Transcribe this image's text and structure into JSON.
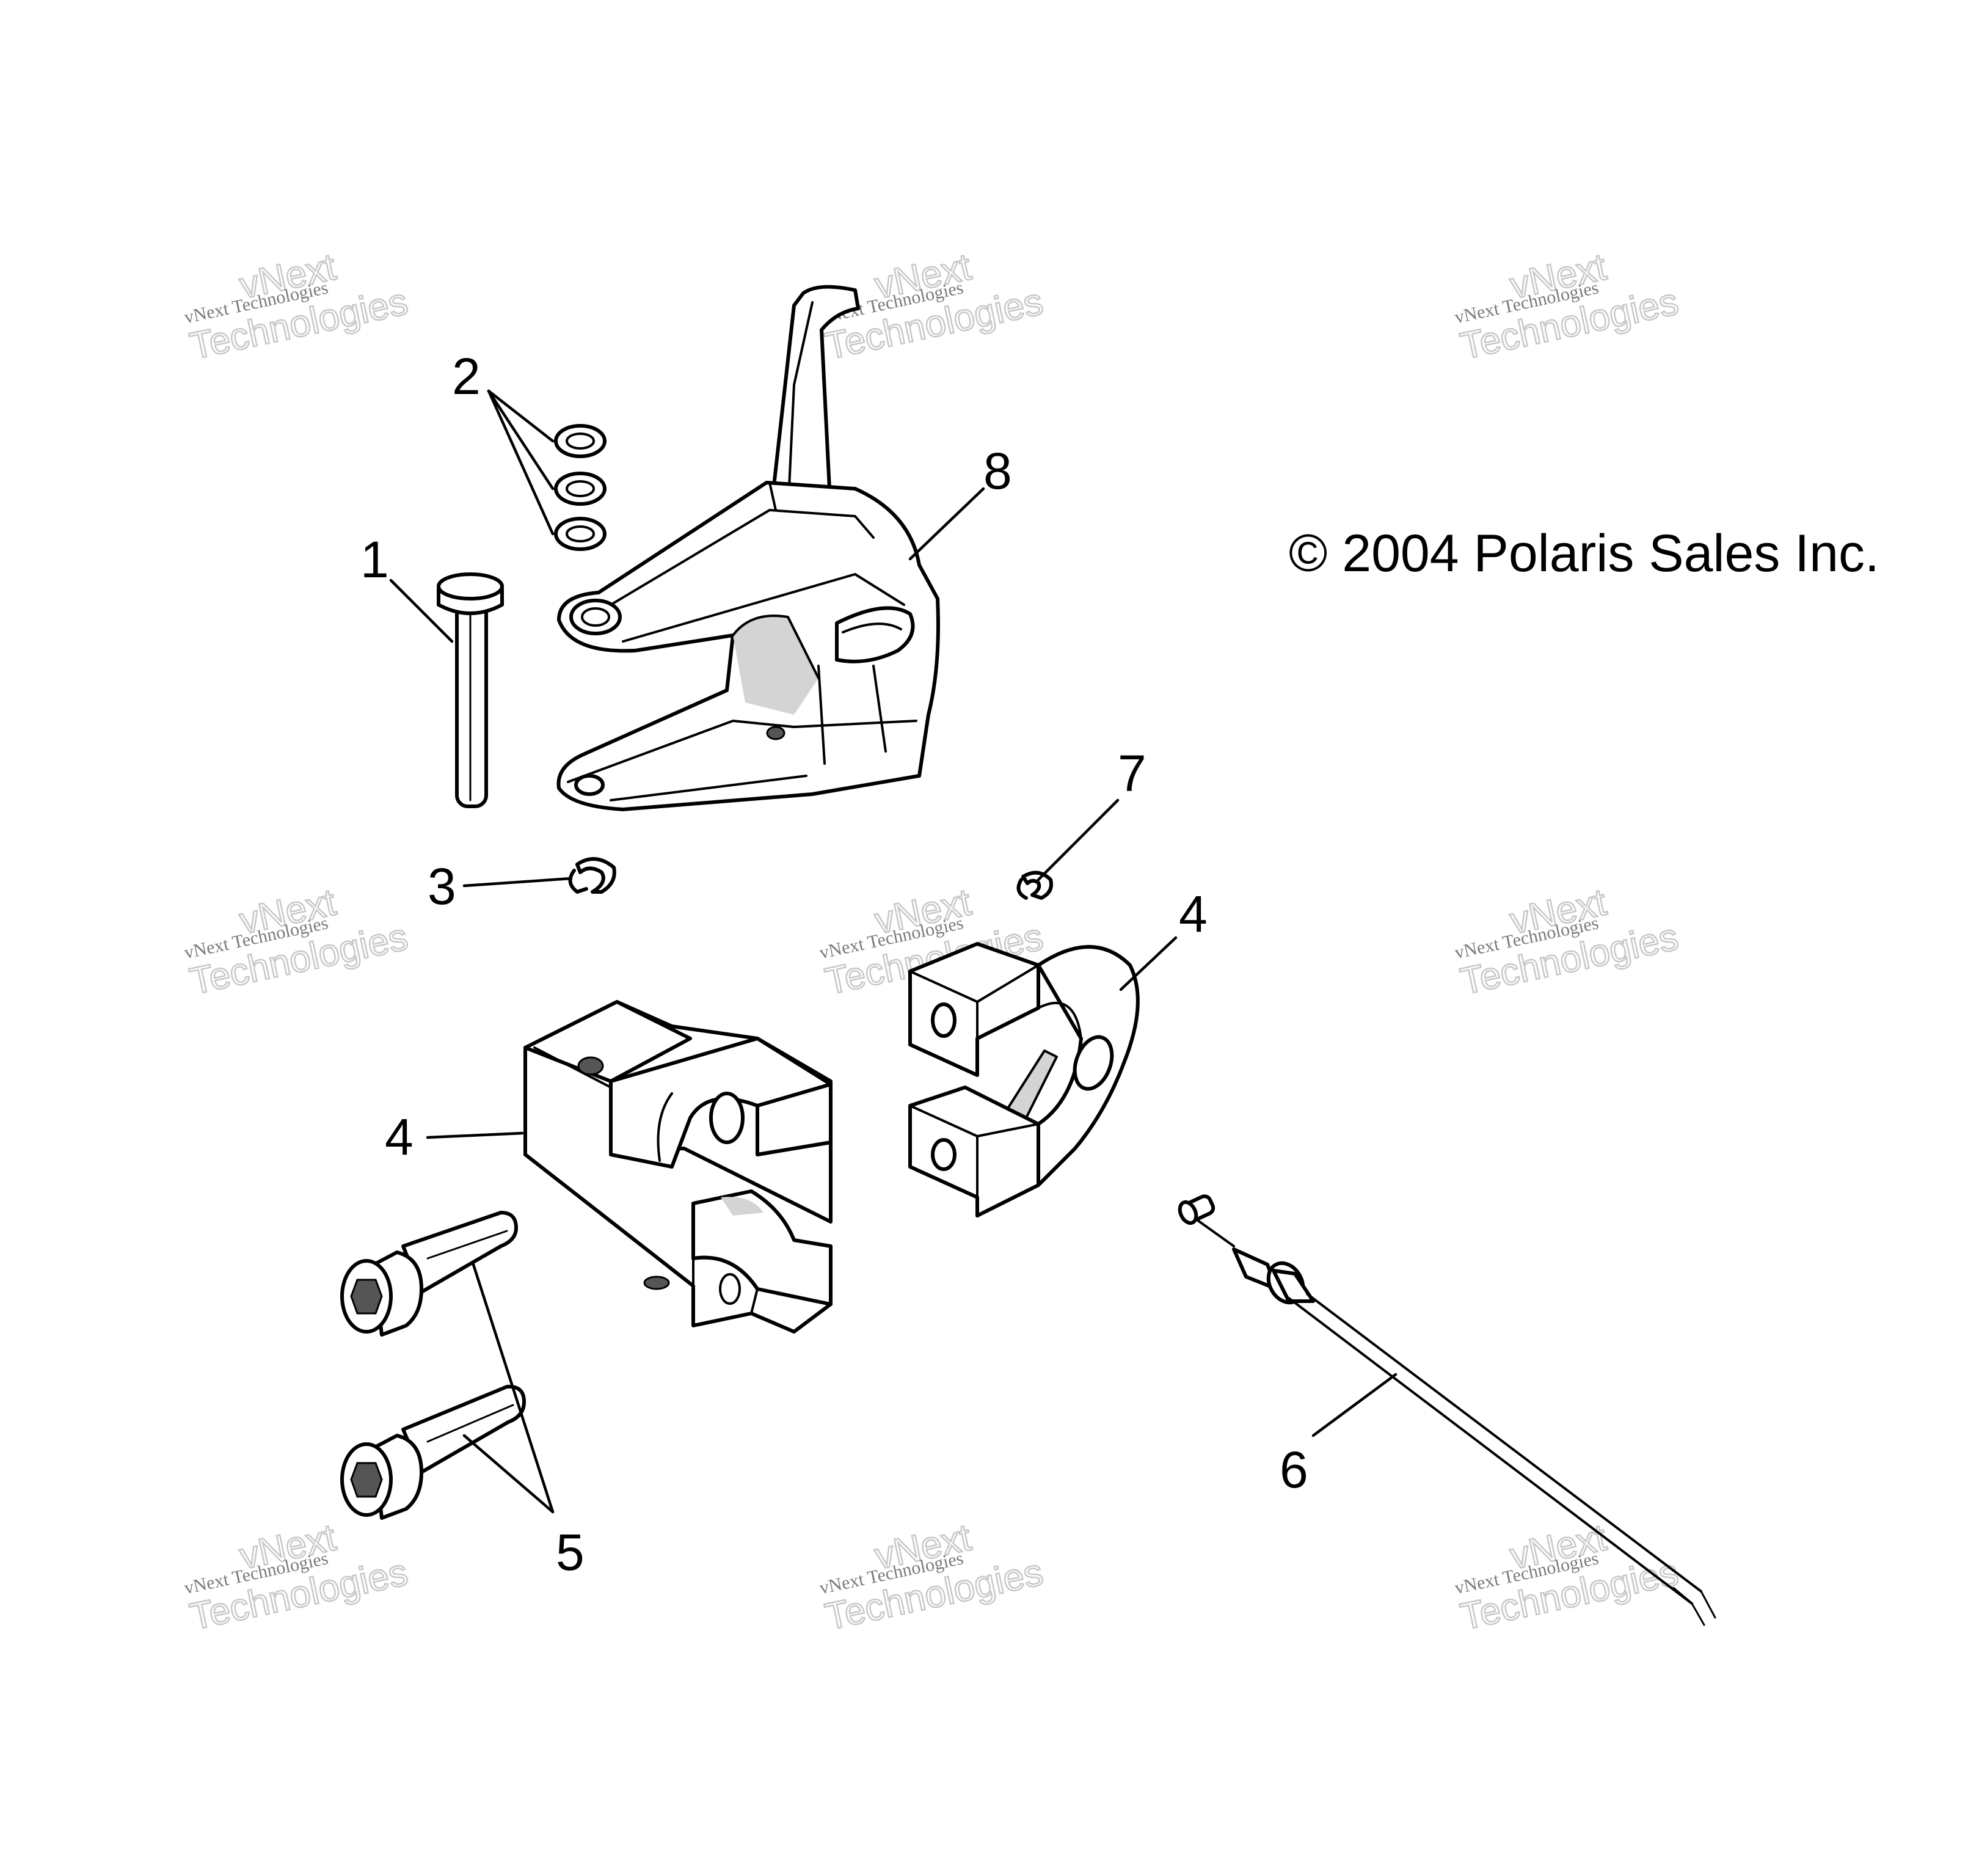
{
  "copyright": "© 2004 Polaris Sales Inc.",
  "watermark": {
    "line1": "vNext",
    "line2": "vNext Technologies",
    "line3": "Technologies"
  },
  "callouts": [
    {
      "id": "1",
      "text": "1"
    },
    {
      "id": "2",
      "text": "2"
    },
    {
      "id": "3",
      "text": "3"
    },
    {
      "id": "4a",
      "text": "4"
    },
    {
      "id": "4b",
      "text": "4"
    },
    {
      "id": "5",
      "text": "5"
    },
    {
      "id": "6",
      "text": "6"
    },
    {
      "id": "7",
      "text": "7"
    },
    {
      "id": "8",
      "text": "8"
    }
  ]
}
